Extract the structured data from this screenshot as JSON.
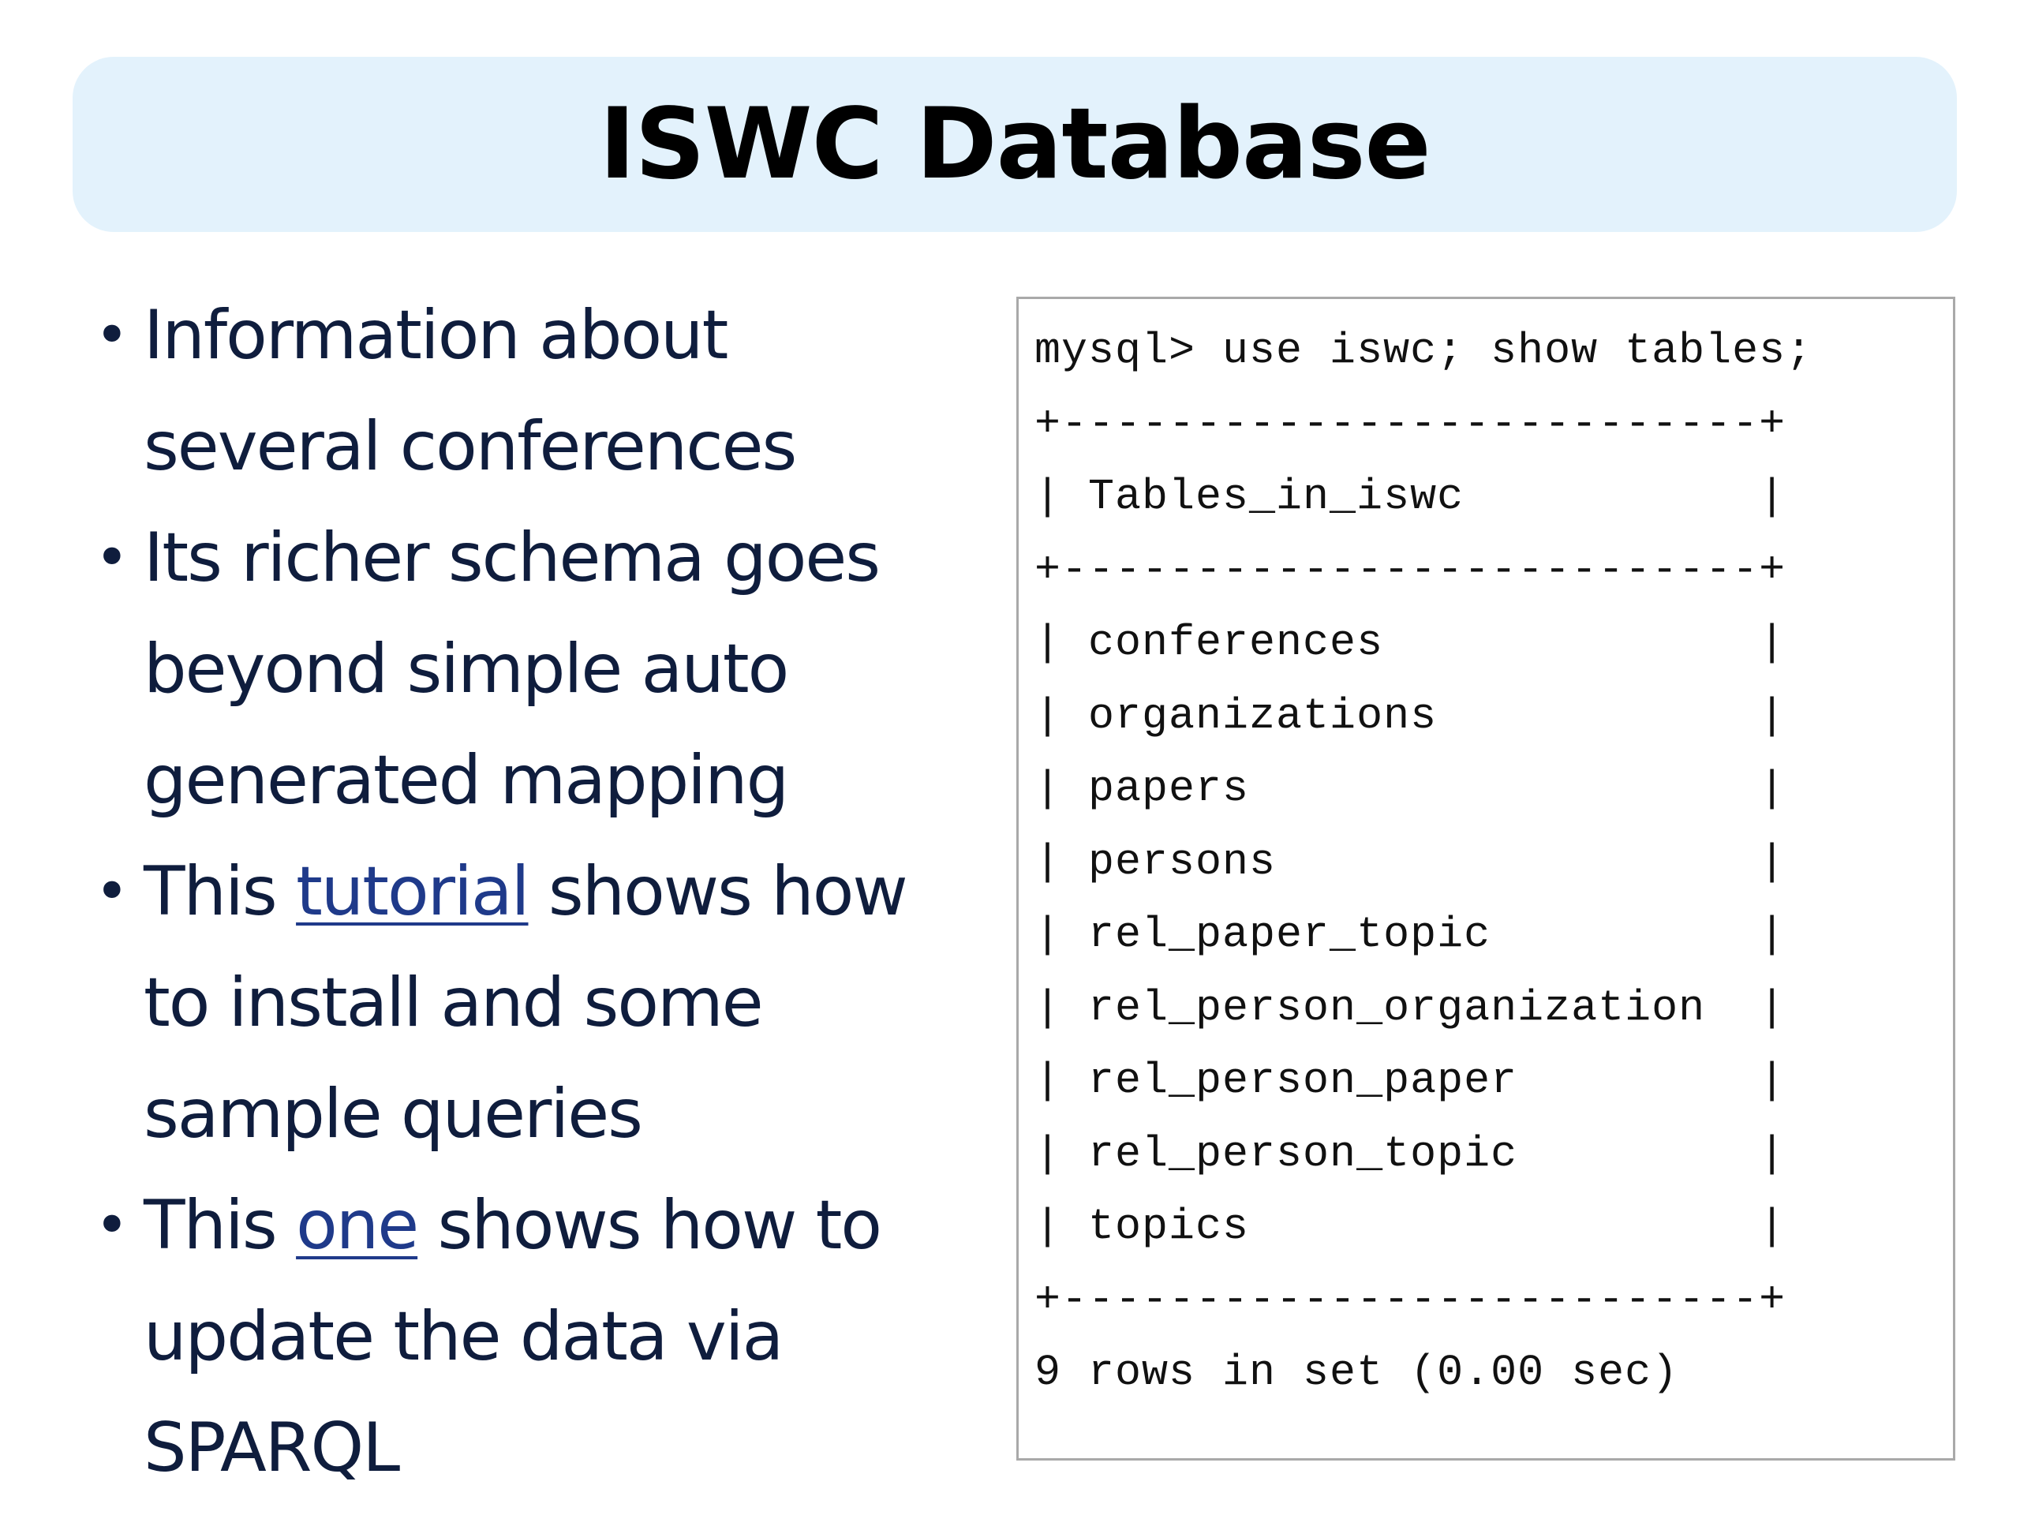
{
  "title": "ISWC Database",
  "bullets": [
    {
      "lines": [
        {
          "segments": [
            {
              "text": "Information about",
              "link": false
            }
          ]
        },
        {
          "segments": [
            {
              "text": "several conferences",
              "link": false
            }
          ]
        }
      ]
    },
    {
      "lines": [
        {
          "segments": [
            {
              "text": "Its richer schema goes",
              "link": false
            }
          ]
        },
        {
          "segments": [
            {
              "text": "beyond simple auto",
              "link": false
            }
          ]
        },
        {
          "segments": [
            {
              "text": "generated mapping",
              "link": false
            }
          ]
        }
      ]
    },
    {
      "lines": [
        {
          "segments": [
            {
              "text": "This ",
              "link": false
            },
            {
              "text": "tutorial",
              "link": true
            },
            {
              "text": " shows how",
              "link": false
            }
          ]
        },
        {
          "segments": [
            {
              "text": "to install and some",
              "link": false
            }
          ]
        },
        {
          "segments": [
            {
              "text": "sample queries",
              "link": false
            }
          ]
        }
      ]
    },
    {
      "lines": [
        {
          "segments": [
            {
              "text": "This ",
              "link": false
            },
            {
              "text": "one",
              "link": true
            },
            {
              "text": " shows how to",
              "link": false
            }
          ]
        },
        {
          "segments": [
            {
              "text": "update the data via",
              "link": false
            }
          ]
        },
        {
          "segments": [
            {
              "text": "SPARQL",
              "link": false
            }
          ]
        }
      ]
    }
  ],
  "terminal": {
    "lines": [
      "mysql> use iswc; show tables;",
      "+--------------------------+",
      "| Tables_in_iswc           |",
      "+--------------------------+",
      "| conferences              |",
      "| organizations            |",
      "| papers                   |",
      "| persons                  |",
      "| rel_paper_topic          |",
      "| rel_person_organization  |",
      "| rel_person_paper         |",
      "| rel_person_topic         |",
      "| topics                   |",
      "+--------------------------+",
      "9 rows in set (0.00 sec)"
    ]
  }
}
